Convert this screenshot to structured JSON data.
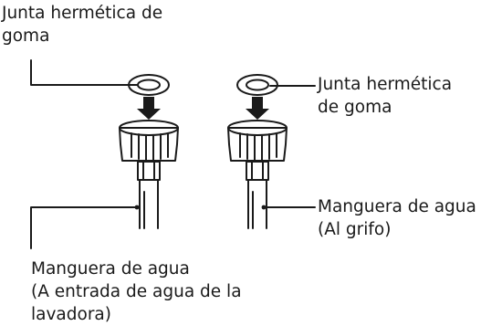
{
  "labels": {
    "gasket_left": [
      "Junta hermética de",
      "goma"
    ],
    "gasket_right": [
      "Junta hermética",
      "de goma"
    ],
    "hose_right": [
      "Manguera de agua",
      "(Al grifo)"
    ],
    "hose_left": [
      "Manguera de agua",
      "(A entrada de agua de la",
      "lavadora)"
    ]
  },
  "colors": {
    "stroke": "#1a1a1a",
    "background": "#ffffff"
  }
}
